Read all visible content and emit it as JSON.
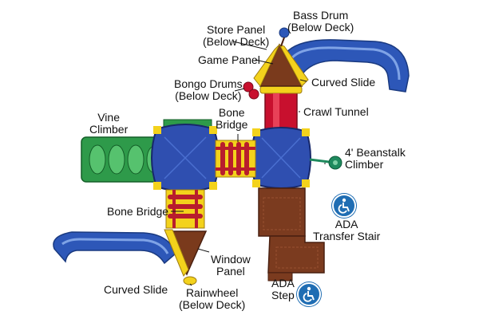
{
  "colors": {
    "deck_blue": "#2f4fb0",
    "slide_blue": "#2d57b8",
    "roof_brown": "#7a3a1c",
    "tunnel_red": "#c8102e",
    "bridge_yellow": "#f3d21c",
    "bridge_red": "#b81d2d",
    "vine_green": "#2e9a4a",
    "beanstalk_green": "#1f8a5e",
    "ada_blue": "#1f6db3",
    "stair_brown": "#7b3b1f"
  },
  "icons": {
    "ada": "wheelchair-icon"
  },
  "labels": {
    "bass_drum": [
      "Bass Drum",
      "(Below Deck)"
    ],
    "store_panel": [
      "Store Panel",
      "(Below Deck)"
    ],
    "game_panel": [
      "Game Panel"
    ],
    "bongo_drums": [
      "Bongo Drums",
      "(Below Deck)"
    ],
    "curved_slide_top": [
      "Curved Slide"
    ],
    "crawl_tunnel": [
      "Crawl Tunnel"
    ],
    "bone_bridge_top": [
      "Bone",
      "Bridge"
    ],
    "vine_climber": [
      "Vine",
      "Climber"
    ],
    "beanstalk_climber": [
      "4' Beanstalk",
      "Climber"
    ],
    "bone_bridge_left": [
      "Bone Bridge"
    ],
    "ada_transfer_stair": [
      "ADA",
      "Transfer Stair"
    ],
    "window_panel": [
      "Window",
      "Panel"
    ],
    "curved_slide_bottom": [
      "Curved Slide"
    ],
    "rainwheel": [
      "Rainwheel",
      "(Below Deck)"
    ],
    "ada_step": [
      "ADA",
      "Step"
    ]
  }
}
